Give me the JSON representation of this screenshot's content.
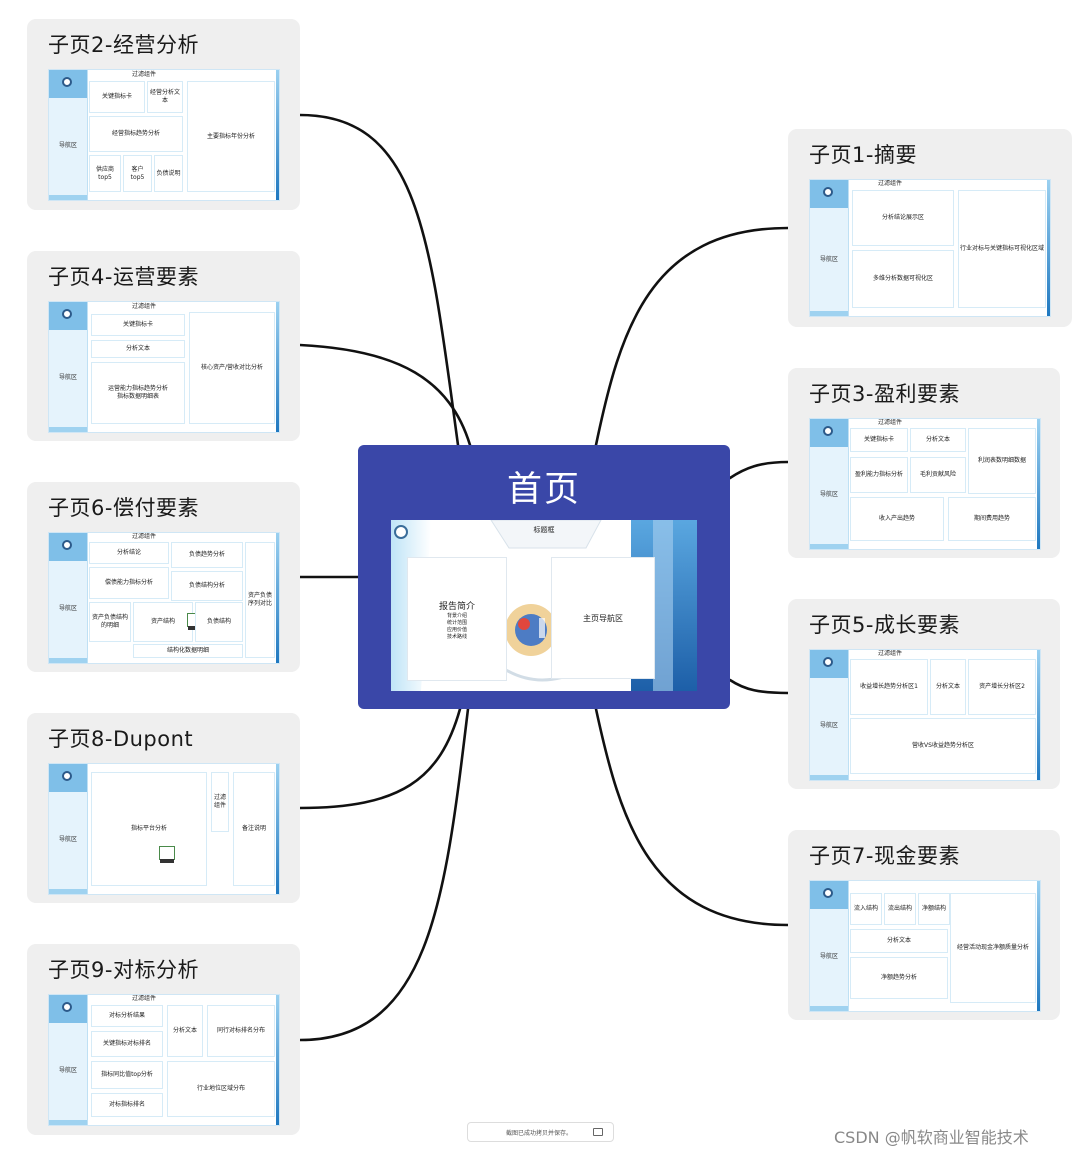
{
  "home": {
    "title": "首页",
    "header_label": "标题框",
    "report_title": "报告简介",
    "report_lines": [
      "背景介绍",
      "统计范围",
      "应用价值",
      "技术路线"
    ],
    "nav_label": "主页导航区"
  },
  "cards": {
    "p2": {
      "title": "子页2-经营分析",
      "nav": "导航区",
      "filter": "过滤组件",
      "kpi": "关键指标卡",
      "text": "经营分析文本",
      "trend": "经营指标趋势分析",
      "main": "主要指标年份分析",
      "supplier": "供应商top5",
      "customer": "客户top5",
      "debt": "负债说明"
    },
    "p4": {
      "title": "子页4-运营要素",
      "nav": "导航区",
      "filter": "过滤组件",
      "kpi": "关键指标卡",
      "text": "分析文本",
      "trend": "运营能力指标趋势分析",
      "detail": "指标数据明细表",
      "core": "核心资产/营收对比分析"
    },
    "p6": {
      "title": "子页6-偿付要素",
      "nav": "导航区",
      "filter": "过滤组件",
      "conclusion": "分析结论",
      "debt_trend": "负债趋势分析",
      "solvency": "偿债能力指标分析",
      "debt_struct": "负债结构分析",
      "assets_debt": "资产负债结构的明细",
      "asset_struct": "资产结构",
      "debt_struct2": "负债结构",
      "struct_detail": "结构化数据明细",
      "compare": "资产负债序列对比"
    },
    "p8": {
      "title": "子页8-Dupont",
      "nav": "导航区",
      "filter": "过滤组件",
      "tree": "指标平台分析",
      "note": "备注说明"
    },
    "p9": {
      "title": "子页9-对标分析",
      "nav": "导航区",
      "filter": "过滤组件",
      "result": "对标分析结果",
      "text": "分析文本",
      "rank": "同行对标排名分布",
      "kpi_rank": "关键指标对标排名",
      "top": "指标同比值top分析",
      "industry": "行业地位区域分布",
      "bench_rank": "对标指标排名"
    },
    "p1": {
      "title": "子页1-摘要",
      "nav": "导航区",
      "filter": "过滤组件",
      "conclusion": "分析结论展示区",
      "multi": "多维分析数据可视化区",
      "industry": "行业对标与关键指标可视化区域"
    },
    "p3": {
      "title": "子页3-盈利要素",
      "nav": "导航区",
      "filter": "过滤组件",
      "kpi": "关键指标卡",
      "text": "分析文本",
      "detail": "利润表数明细数据",
      "profit": "盈利能力指标分析",
      "risk": "毛利贡献风险",
      "income": "收入产出趋势",
      "expense": "期间费用趋势"
    },
    "p5": {
      "title": "子页5-成长要素",
      "nav": "导航区",
      "filter": "过滤组件",
      "rev1": "收益增长趋势分析区1",
      "text": "分析文本",
      "asset2": "资产增长分析区2",
      "compare": "营收VS收益趋势分析区"
    },
    "p7": {
      "title": "子页7-现金要素",
      "nav": "导航区",
      "filter": "过滤组件",
      "inflow": "流入结构",
      "outflow": "流出结构",
      "net": "净额结构",
      "text": "分析文本",
      "net_trend": "净额趋势分析",
      "ops": "经营活动现金净额质量分析"
    }
  },
  "status_bar": {
    "message": "截图已成功拷贝并保存。"
  },
  "watermark": "CSDN @帆软商业智能技术",
  "colors": {
    "home_bg": "#3a47a8",
    "card_bg": "#efefef",
    "link": "#111111",
    "thumb_nav": "#7fbfe8"
  }
}
